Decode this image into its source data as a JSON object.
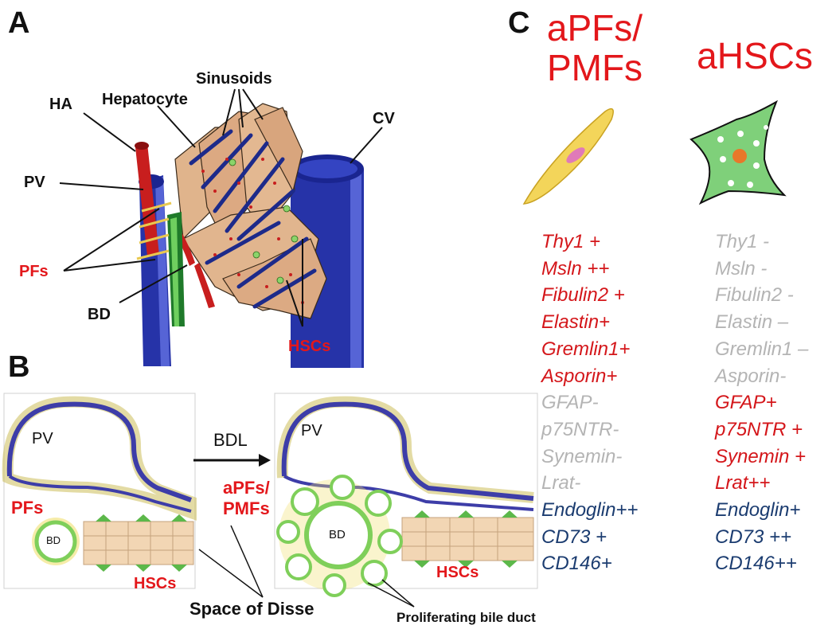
{
  "panel_a": {
    "letter": "A",
    "labels": {
      "ha": "HA",
      "hepatocyte": "Hepatocyte",
      "sinusoids": "Sinusoids",
      "cv": "CV",
      "pv": "PV",
      "pfs": "PFs",
      "bd": "BD",
      "hscs": "HSCs"
    }
  },
  "panel_b": {
    "letter": "B",
    "labels": {
      "pv_left": "PV",
      "pv_right": "PV",
      "bdl": "BDL",
      "pfs": "PFs",
      "apfs_pmfs": "aPFs/\nPMFs",
      "bd_left": "BD",
      "bd_right": "BD",
      "hscs_left": "HSCs",
      "hscs_right": "HSCs",
      "space_of_disse": "Space of Disse",
      "proliferating_bile_duct": "Proliferating bile duct"
    }
  },
  "panel_c": {
    "letter": "C",
    "col1_title": "aPFs/\nPMFs",
    "col2_title": "aHSCs",
    "colors": {
      "red": "#d4161a",
      "gray": "#b4b4b4",
      "navy": "#1b3c70"
    },
    "col1_markers": [
      {
        "text": "Thy1 +",
        "color": "red"
      },
      {
        "text": "Msln ++",
        "color": "red"
      },
      {
        "text": "Fibulin2 +",
        "color": "red"
      },
      {
        "text": "Elastin+",
        "color": "red"
      },
      {
        "text": "Gremlin1+",
        "color": "red"
      },
      {
        "text": "Asporin+",
        "color": "red"
      },
      {
        "text": "GFAP-",
        "color": "gray"
      },
      {
        "text": "p75NTR-",
        "color": "gray"
      },
      {
        "text": "Synemin-",
        "color": "gray"
      },
      {
        "text": "Lrat-",
        "color": "gray"
      },
      {
        "text": "Endoglin++",
        "color": "navy"
      },
      {
        "text": "CD73 +",
        "color": "navy"
      },
      {
        "text": "CD146+",
        "color": "navy"
      }
    ],
    "col2_markers": [
      {
        "text": "Thy1 -",
        "color": "gray"
      },
      {
        "text": "Msln -",
        "color": "gray"
      },
      {
        "text": "Fibulin2 -",
        "color": "gray"
      },
      {
        "text": "Elastin –",
        "color": "gray"
      },
      {
        "text": "Gremlin1 –",
        "color": "gray"
      },
      {
        "text": "Asporin-",
        "color": "gray"
      },
      {
        "text": "GFAP+",
        "color": "red"
      },
      {
        "text": "p75NTR +",
        "color": "red"
      },
      {
        "text": "Synemin +",
        "color": "red"
      },
      {
        "text": "Lrat++",
        "color": "red"
      },
      {
        "text": "Endoglin+",
        "color": "navy"
      },
      {
        "text": "CD73 ++",
        "color": "navy"
      },
      {
        "text": "CD146++",
        "color": "navy"
      }
    ]
  }
}
